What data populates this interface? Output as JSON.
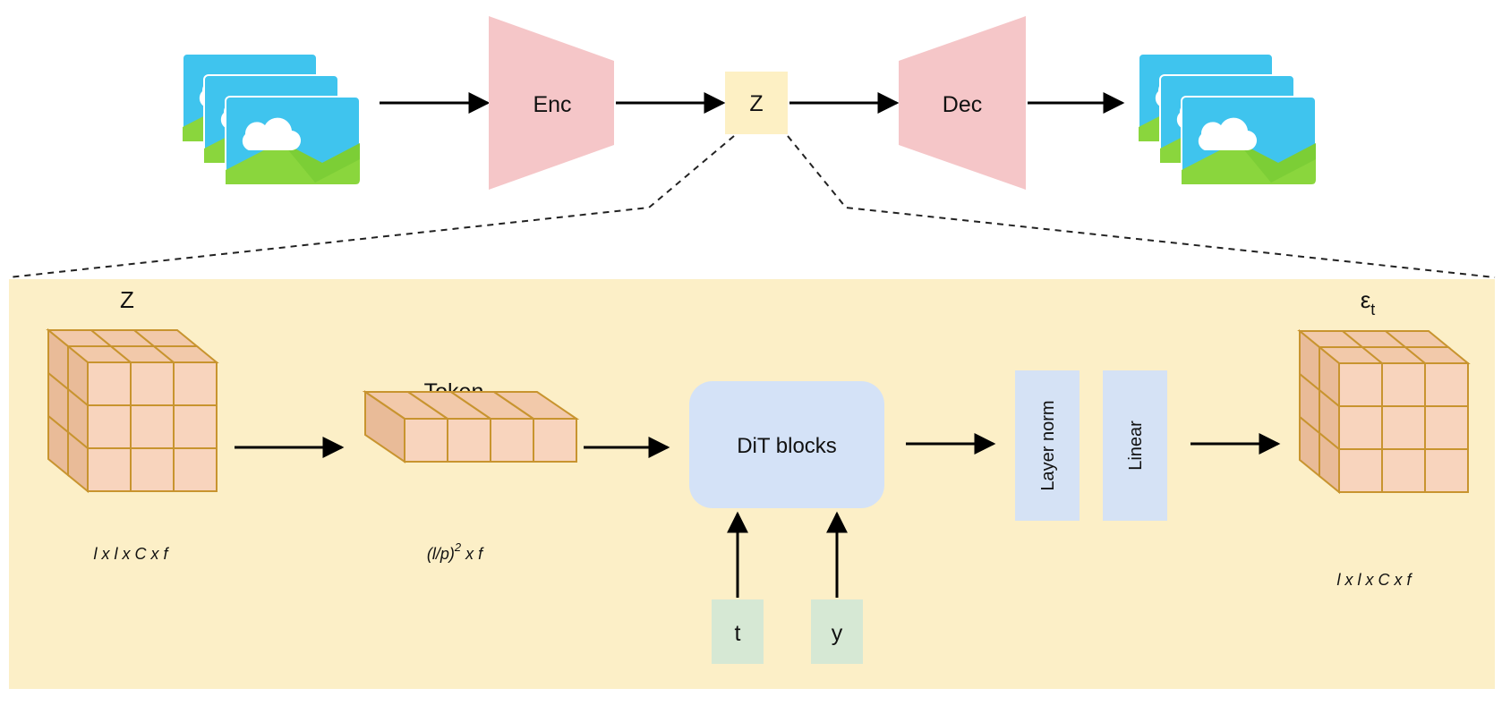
{
  "top": {
    "encoder_label": "Enc",
    "latent_label": "Z",
    "decoder_label": "Dec"
  },
  "bottom": {
    "input_label": "Z",
    "input_dims": "l x l x C x f",
    "token_label": "Token",
    "token_dims_base": "(l/p)",
    "token_dims_exp": "2",
    "token_dims_tail": " x f",
    "dit_label": "DiT blocks",
    "t_label": "t",
    "y_label": "y",
    "layernorm_label": "Layer norm",
    "linear_label": "Linear",
    "output_label_base": "ε",
    "output_label_sub": "t",
    "output_dims": "l x l x C x f"
  },
  "colors": {
    "panel": "#fcefc7",
    "encdec": "#f5c6c8",
    "latent": "#fdf0c4",
    "dit": "#d4e2f7",
    "norm": "#d5e2f5",
    "cond": "#d6e8d4",
    "cube_fill": "#f8d4bd",
    "cube_stroke": "#c8942f",
    "sky": "#3fc4ee",
    "grass": "#8ad63d"
  },
  "icons": [
    "image-stack-icon",
    "image-stack-icon"
  ]
}
